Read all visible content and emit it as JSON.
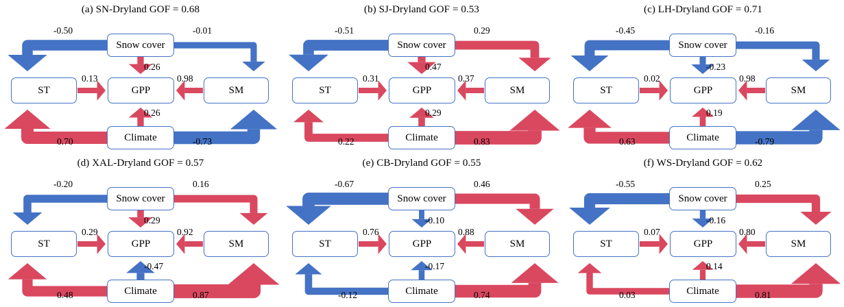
{
  "figure": {
    "node_labels": {
      "snow": "Snow cover",
      "st": "ST",
      "gpp": "GPP",
      "sm": "SM",
      "climate": "Climate"
    },
    "colors": {
      "positive": "#D9485F",
      "negative": "#4472C4",
      "box_border": "#4472C4",
      "background": "#FFFFFF",
      "text": "#000000"
    },
    "legend_note": "Red arrows denote positive path coefficients; blue arrows denote negative path coefficients. Arrow thickness scales with absolute coefficient value."
  },
  "chart_data": {
    "type": "diagram",
    "subtype": "structural-equation-model-path-diagram",
    "panel_count": 6,
    "edges_order": [
      "snow_to_st",
      "snow_to_sm",
      "snow_to_gpp",
      "st_to_gpp",
      "sm_to_gpp",
      "climate_to_st",
      "climate_to_sm",
      "climate_to_gpp"
    ],
    "panels": [
      {
        "id": "a",
        "title": "(a) SN-Dryland  GOF = 0.68",
        "site": "SN-Dryland",
        "gof": 0.68,
        "edges": {
          "snow_to_st": -0.5,
          "snow_to_sm": -0.01,
          "snow_to_gpp": 0.26,
          "st_to_gpp": 0.13,
          "sm_to_gpp": 0.98,
          "climate_to_st": 0.7,
          "climate_to_sm": -0.73,
          "climate_to_gpp": 0.26
        },
        "labels": {
          "snow_to_st": "-0.50",
          "snow_to_sm": "-0.01",
          "snow_to_gpp": "0.26",
          "st_to_gpp": "0.13",
          "sm_to_gpp": "0.98",
          "climate_to_st": "0.70",
          "climate_to_sm": "-0.73",
          "climate_to_gpp": "0.26"
        }
      },
      {
        "id": "b",
        "title": "(b) SJ-Dryland  GOF = 0.53",
        "site": "SJ-Dryland",
        "gof": 0.53,
        "edges": {
          "snow_to_st": -0.51,
          "snow_to_sm": 0.29,
          "snow_to_gpp": 0.47,
          "st_to_gpp": 0.31,
          "sm_to_gpp": 0.37,
          "climate_to_st": 0.22,
          "climate_to_sm": 0.83,
          "climate_to_gpp": 0.29
        },
        "labels": {
          "snow_to_st": "-0.51",
          "snow_to_sm": "0.29",
          "snow_to_gpp": "0.47",
          "st_to_gpp": "0.31",
          "sm_to_gpp": "0.37",
          "climate_to_st": "0.22",
          "climate_to_sm": "0.83",
          "climate_to_gpp": "0.29"
        }
      },
      {
        "id": "c",
        "title": "(c) LH-Dryland  GOF = 0.71",
        "site": "LH-Dryland",
        "gof": 0.71,
        "edges": {
          "snow_to_st": -0.45,
          "snow_to_sm": -0.16,
          "snow_to_gpp": -0.23,
          "st_to_gpp": 0.02,
          "sm_to_gpp": 0.98,
          "climate_to_st": 0.63,
          "climate_to_sm": -0.79,
          "climate_to_gpp": 0.19
        },
        "labels": {
          "snow_to_st": "-0.45",
          "snow_to_sm": "-0.16",
          "snow_to_gpp": "-0.23",
          "st_to_gpp": "0.02",
          "sm_to_gpp": "0.98",
          "climate_to_st": "0.63",
          "climate_to_sm": "-0.79",
          "climate_to_gpp": "0.19"
        }
      },
      {
        "id": "d",
        "title": "(d) XAL-Dryland  GOF = 0.57",
        "site": "XAL-Dryland",
        "gof": 0.57,
        "edges": {
          "snow_to_st": -0.2,
          "snow_to_sm": 0.16,
          "snow_to_gpp": 0.29,
          "st_to_gpp": 0.29,
          "sm_to_gpp": 0.92,
          "climate_to_st": 0.48,
          "climate_to_sm": 0.87,
          "climate_to_gpp": -0.47
        },
        "labels": {
          "snow_to_st": "-0.20",
          "snow_to_sm": "0.16",
          "snow_to_gpp": "0.29",
          "st_to_gpp": "0.29",
          "sm_to_gpp": "0.92",
          "climate_to_st": "0.48",
          "climate_to_sm": "0.87",
          "climate_to_gpp": "-0.47"
        }
      },
      {
        "id": "e",
        "title": "(e) CB-Dryland  GOF = 0.55",
        "site": "CB-Dryland",
        "gof": 0.55,
        "edges": {
          "snow_to_st": -0.67,
          "snow_to_sm": 0.46,
          "snow_to_gpp": -0.1,
          "st_to_gpp": 0.76,
          "sm_to_gpp": 0.88,
          "climate_to_st": -0.12,
          "climate_to_sm": 0.74,
          "climate_to_gpp": -0.17
        },
        "labels": {
          "snow_to_st": "-0.67",
          "snow_to_sm": "0.46",
          "snow_to_gpp": "-0.10",
          "st_to_gpp": "0.76",
          "sm_to_gpp": "0.88",
          "climate_to_st": "-0.12",
          "climate_to_sm": "0.74",
          "climate_to_gpp": "-0.17"
        }
      },
      {
        "id": "f",
        "title": "(f) WS-Dryland  GOF = 0.62",
        "site": "WS-Dryland",
        "gof": 0.62,
        "edges": {
          "snow_to_st": -0.55,
          "snow_to_sm": 0.25,
          "snow_to_gpp": -0.16,
          "st_to_gpp": 0.07,
          "sm_to_gpp": 0.8,
          "climate_to_st": 0.03,
          "climate_to_sm": 0.81,
          "climate_to_gpp": 0.14
        },
        "labels": {
          "snow_to_st": "-0.55",
          "snow_to_sm": "0.25",
          "snow_to_gpp": "-0.16",
          "st_to_gpp": "0.07",
          "sm_to_gpp": "0.80",
          "climate_to_st": "0.03",
          "climate_to_sm": "0.81",
          "climate_to_gpp": "0.14"
        }
      }
    ]
  }
}
